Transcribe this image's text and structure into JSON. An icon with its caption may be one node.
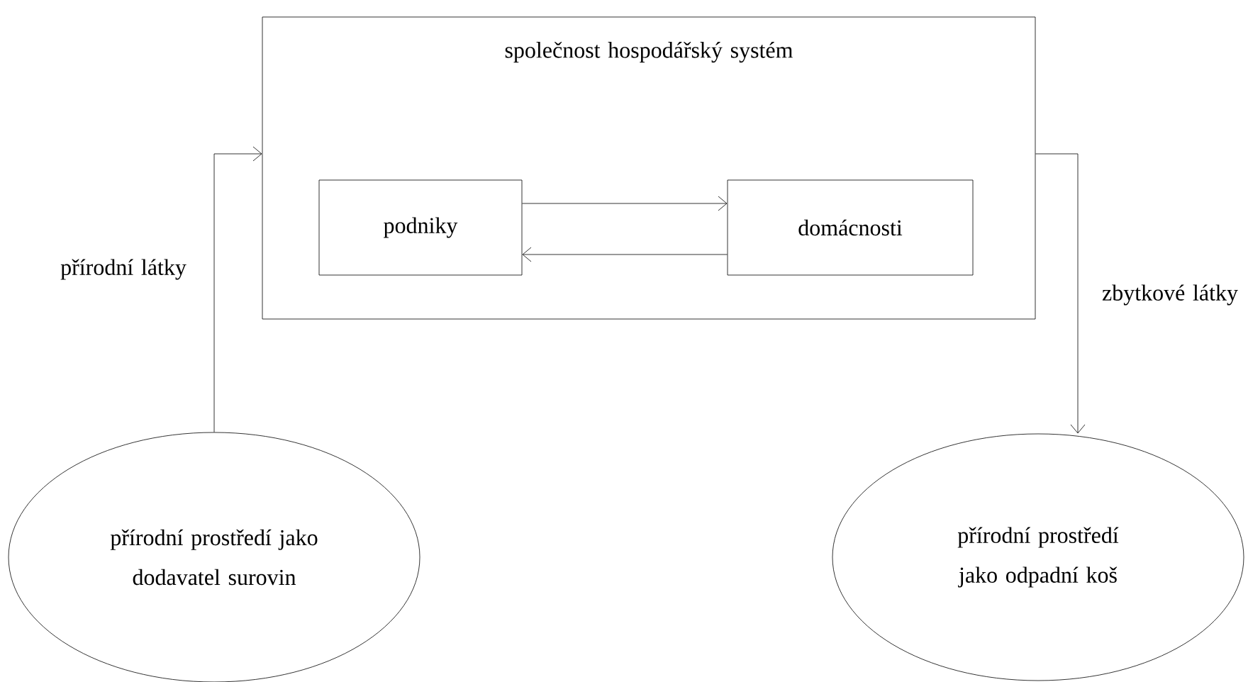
{
  "diagram": {
    "nodes": [
      {
        "text": [
          "společnost hospodářský systém"
        ]
      },
      {
        "text": [
          "podniky"
        ],
        "in": 0
      },
      {
        "text": [
          "domácnosti"
        ],
        "in": 0
      },
      {
        "text": [
          "přírodní prostředí jako dodavatel surovin"
        ]
      },
      {
        "text": [
          "přírodní prostředí jako odpadní koš"
        ]
      }
    ],
    "edges": [
      {
        "from": 3,
        "to": 0,
        "arrow": "to",
        "label": "přírodní látky"
      },
      {
        "from": 1,
        "to": 2,
        "arrow": "to"
      },
      {
        "from": 2,
        "to": 1,
        "arrow": "to"
      },
      {
        "from": 0,
        "to": 4,
        "arrow": "to",
        "label": "zbytkové látky"
      }
    ]
  }
}
